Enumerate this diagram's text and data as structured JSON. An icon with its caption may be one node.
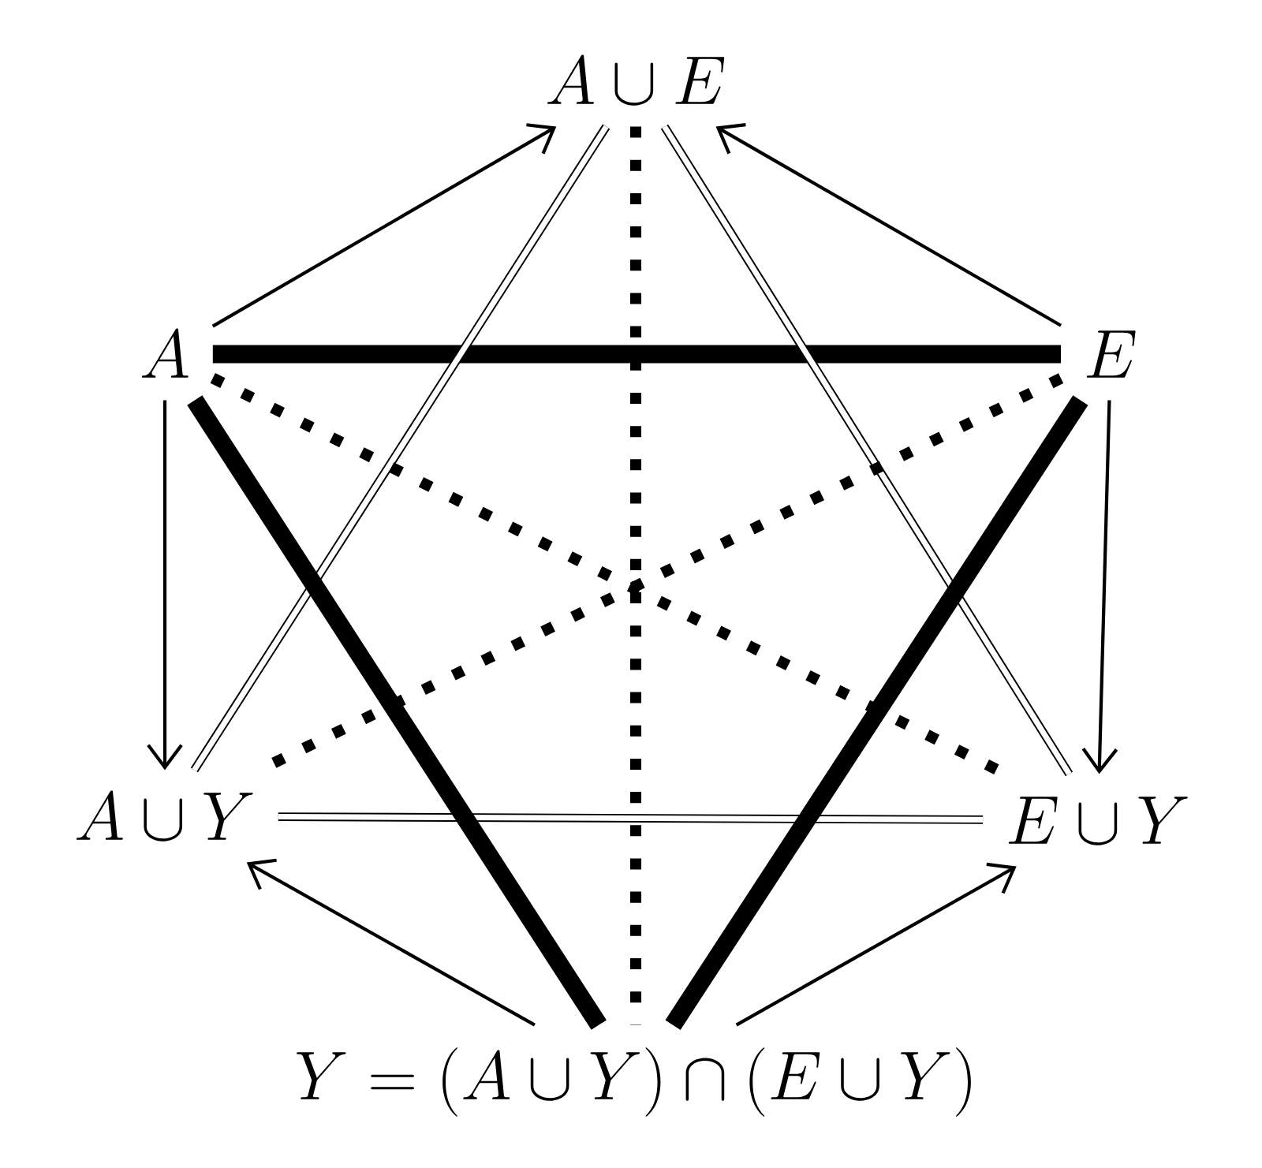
{
  "diagram": {
    "nodes": [
      {
        "text": [
          "A \\cup E"
        ]
      },
      {
        "text": [
          "A"
        ]
      },
      {
        "text": [
          "E"
        ]
      },
      {
        "text": [
          "A \\cup Y"
        ]
      },
      {
        "text": [
          "E \\cup Y"
        ]
      },
      {
        "text": [
          "Y = (A \\cup Y) \\cap (E \\cup Y)"
        ]
      }
    ],
    "edges": [
      {
        "from": 1,
        "to": 0,
        "arrow": "to"
      },
      {
        "from": 2,
        "to": 0,
        "arrow": "to"
      },
      {
        "from": 1,
        "to": 3,
        "arrow": "to"
      },
      {
        "from": 2,
        "to": 4,
        "arrow": "to"
      },
      {
        "from": 5,
        "to": 3,
        "arrow": "to"
      },
      {
        "from": 5,
        "to": 4,
        "arrow": "to"
      },
      {
        "from": 1,
        "to": 2,
        "arrow": "none",
        "style": "thick"
      },
      {
        "from": 0,
        "to": 3,
        "arrow": "none"
      },
      {
        "from": 0,
        "to": 4,
        "arrow": "none"
      },
      {
        "from": 3,
        "to": 4,
        "arrow": "none"
      },
      {
        "from": 0,
        "to": 5,
        "arrow": "none",
        "style": "dashed"
      },
      {
        "from": 1,
        "to": 4,
        "arrow": "none",
        "style": "dashed"
      },
      {
        "from": 2,
        "to": 3,
        "arrow": "none",
        "style": "dashed"
      },
      {
        "from": 1,
        "to": 5,
        "arrow": "none",
        "style": "thick"
      },
      {
        "from": 2,
        "to": 5,
        "arrow": "none",
        "style": "thick"
      }
    ]
  }
}
